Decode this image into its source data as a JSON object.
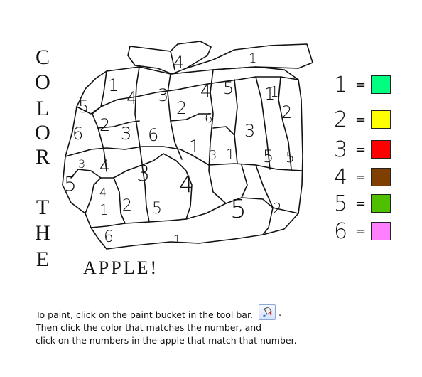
{
  "title_vertical": [
    "C",
    "O",
    "L",
    "O",
    "R",
    "T",
    "H",
    "E"
  ],
  "title_horizontal": "APPLE!",
  "legend": [
    {
      "number": "1",
      "eq": "=",
      "color": "#00ff80"
    },
    {
      "number": "2",
      "eq": "=",
      "color": "#ffff00"
    },
    {
      "number": "3",
      "eq": "=",
      "color": "#ff0000"
    },
    {
      "number": "4",
      "eq": "=",
      "color": "#7f3f00"
    },
    {
      "number": "5",
      "eq": "=",
      "color": "#4ec000"
    },
    {
      "number": "6",
      "eq": "=",
      "color": "#ff80ff"
    }
  ],
  "instructions": {
    "line1": "To paint, click on the paint bucket in the tool bar.",
    "line1_end": ".",
    "line2": "Then click the color that matches the number, and",
    "line3": "click on the numbers in the apple that match that number."
  },
  "region_numbers": [
    "4",
    "1",
    "5",
    "1",
    "4",
    "3",
    "2",
    "4",
    "5",
    "1",
    "2",
    "5",
    "2",
    "3",
    "6",
    "6",
    "3",
    "6",
    "1",
    "3",
    "1",
    "5",
    "1",
    "5",
    "3",
    "4",
    "3",
    "4",
    "1",
    "2",
    "5",
    "4",
    "5",
    "2",
    "6",
    "1"
  ],
  "icons": {
    "toolbar_button": "paint-bucket-icon"
  }
}
